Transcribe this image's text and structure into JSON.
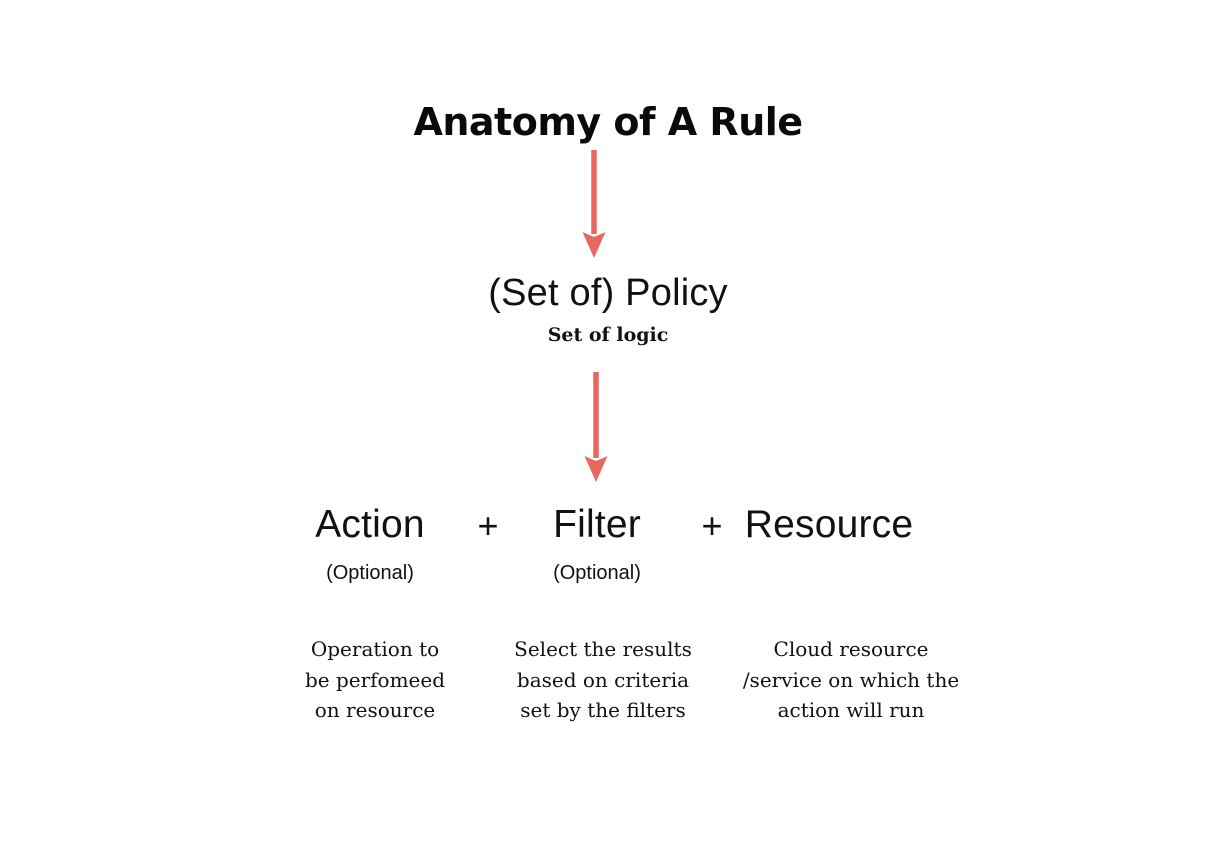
{
  "page": {
    "title": "Anatomy of A Rule",
    "background_color": "#ffffff",
    "text_color": "#111111",
    "accent_color": "#e8675e"
  },
  "policy": {
    "label": "(Set of) Policy",
    "subtitle": "Set of logic"
  },
  "arrows": [
    {
      "name": "arrow-title-to-policy",
      "color": "#e8675e",
      "direction": "down"
    },
    {
      "name": "arrow-policy-to-components",
      "color": "#e8675e",
      "direction": "down"
    }
  ],
  "components": {
    "operator_1": "+",
    "operator_2": "+",
    "items": [
      {
        "name": "action",
        "label": "Action",
        "optional_label": "(Optional)",
        "is_optional": true,
        "description_lines": [
          "Operation to",
          "be perfomeed",
          "on resource"
        ]
      },
      {
        "name": "filter",
        "label": "Filter",
        "optional_label": "(Optional)",
        "is_optional": true,
        "description_lines": [
          "Select the results",
          "based on criteria",
          "set by the filters"
        ]
      },
      {
        "name": "resource",
        "label": "Resource",
        "optional_label": "",
        "is_optional": false,
        "description_lines": [
          "Cloud resource",
          "/service on which the",
          "action will run"
        ]
      }
    ]
  }
}
